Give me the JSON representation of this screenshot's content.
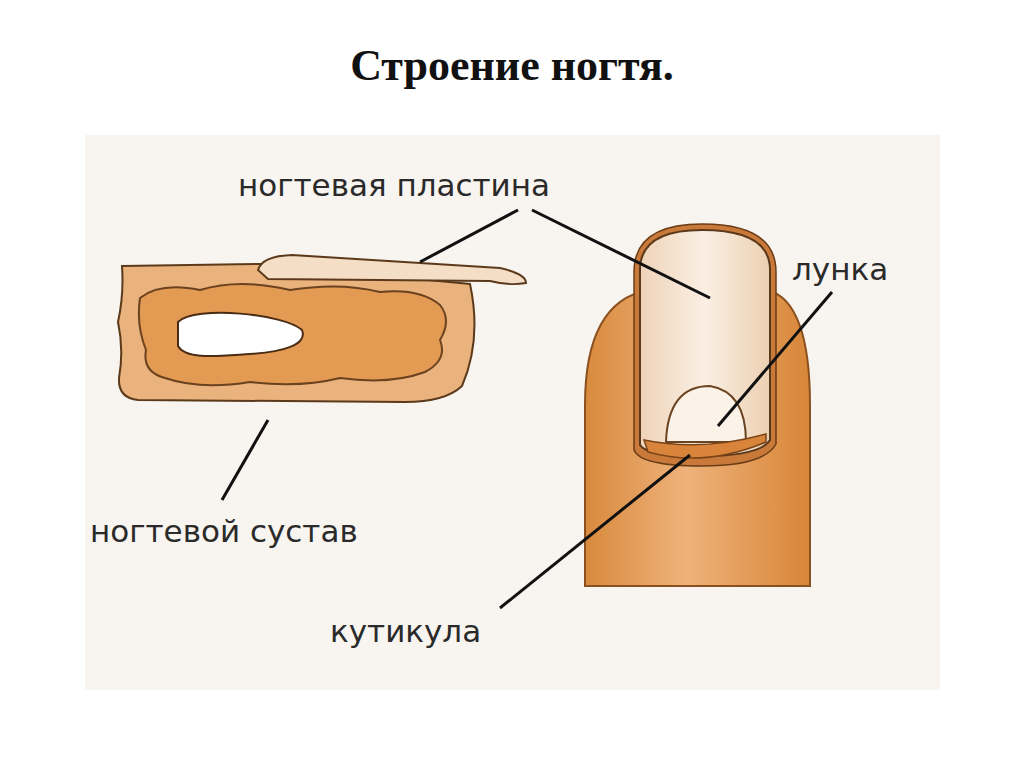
{
  "diagram": {
    "title": "Строение ногтя.",
    "labels": [
      "ногтевая пластина",
      "лунка",
      "ногтевой сустав",
      "кутикула"
    ]
  }
}
